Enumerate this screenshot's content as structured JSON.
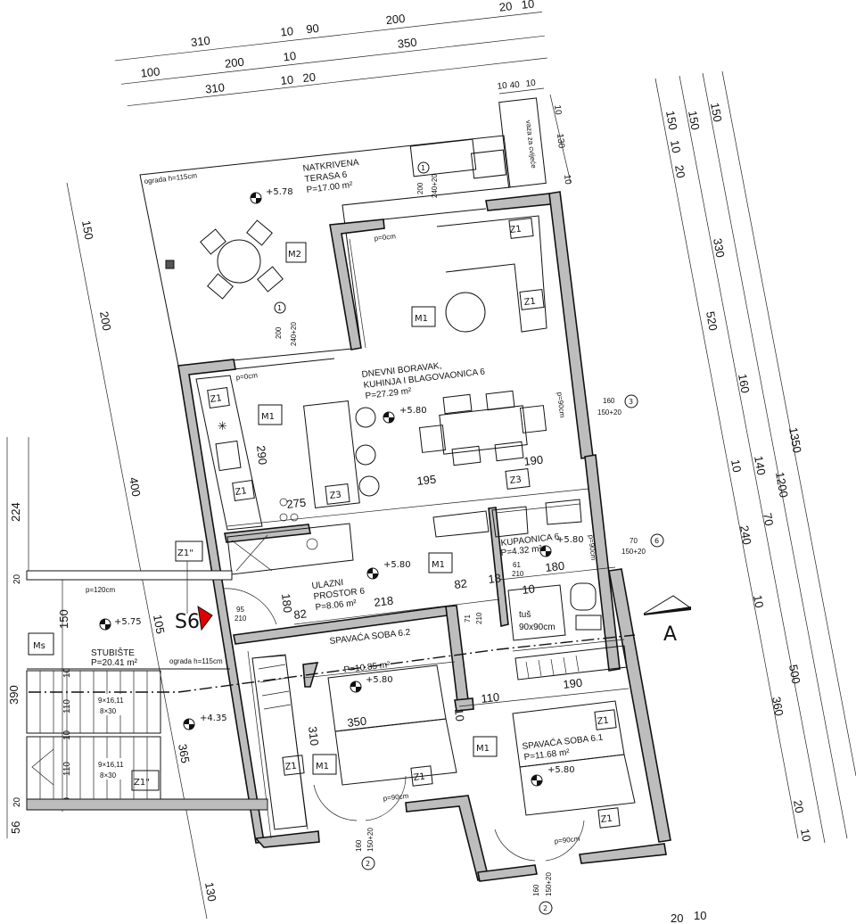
{
  "dimensions": {
    "top_row1": [
      "310",
      "10",
      "90",
      "200",
      "20",
      "10"
    ],
    "top_row2": [
      "100",
      "200",
      "10",
      "350"
    ],
    "top_row3": [
      "310",
      "10",
      "20"
    ],
    "top_small": [
      "10",
      "40",
      "10"
    ],
    "right_col1": [
      "10",
      "130",
      "10"
    ],
    "right_col2": [
      "150",
      "10",
      "20"
    ],
    "right_col3": [
      "150",
      "330",
      "520",
      "160",
      "10",
      "140",
      "70",
      "240",
      "10",
      "500",
      "360",
      "20",
      "10"
    ],
    "right_col4": [
      "150",
      "1200",
      "1350"
    ],
    "left_col": [
      "150",
      "200",
      "400",
      "105",
      "365",
      "130"
    ],
    "far_left": [
      "224",
      "20",
      "150",
      "390",
      "10",
      "110",
      "10",
      "110",
      "10",
      "56",
      "20"
    ],
    "bottom": [
      "20",
      "10"
    ],
    "interior": [
      "290",
      "275",
      "195",
      "190",
      "180",
      "82",
      "218",
      "82",
      "18",
      "10",
      "180",
      "190",
      "110",
      "350",
      "310",
      "10"
    ]
  },
  "rooms": {
    "terrace": {
      "name": "NATKRIVENA",
      "name2": "TERASA 6",
      "area": "P=17.00 m²",
      "level": "+5.78",
      "railing": "ograda h=115cm"
    },
    "living": {
      "name": "DNEVNI BORAVAK,",
      "name2": "KUHINJA I BLAGOVAONICA 6",
      "area": "P=27.29 m²",
      "level": "+5.80"
    },
    "bathroom": {
      "name": "KUPAONICA 6",
      "area": "P=4.32 m²",
      "level": "+5.80",
      "shower": "tuš",
      "shower_size": "90x90cm"
    },
    "entrance": {
      "name": "ULAZNI",
      "name2": "PROSTOR 6",
      "area": "P=8.06 m²",
      "level": "+5.80"
    },
    "bedroom2": {
      "name": "SPAVAĆA SOBA 6.2",
      "area": "P=10.85 m²",
      "level": "+5.80"
    },
    "bedroom1": {
      "name": "SPAVAĆA SOBA 6.1",
      "area": "P=11.68 m²",
      "level": "+5.80"
    },
    "stairs": {
      "name": "STUBIŠTE",
      "area": "P=20.41 m²",
      "level": "+5.75",
      "level2": "+4.35",
      "railing": "ograda h=115cm",
      "code": "Ms",
      "step1": "9×16,11",
      "step2": "8×30",
      "step3": "9×16,11",
      "step4": "8×30",
      "p": "p=120cm"
    }
  },
  "labels": {
    "m1": "M1",
    "m2": "M2",
    "z1": "Z1",
    "z1q": "Z1\"",
    "z3": "Z3",
    "s6": "S6",
    "section": "A",
    "vase": "vaza za cvijeće",
    "p0": "p=0cm",
    "p90": "p=90cm",
    "win1a": "200",
    "win1b": "240+20",
    "win3a": "160",
    "win3b": "150+20",
    "win6a": "70",
    "win6b": "150+20",
    "win2a": "160",
    "win2b": "150+20",
    "door95": "95",
    "door210": "210",
    "door71": "71",
    "door61": "61",
    "mark1": "1",
    "mark2": "2",
    "mark3": "3",
    "mark6": "6"
  },
  "colors": {
    "wall_fill": "#bdbdbd",
    "line": "#111111",
    "marker": "#e00000"
  }
}
